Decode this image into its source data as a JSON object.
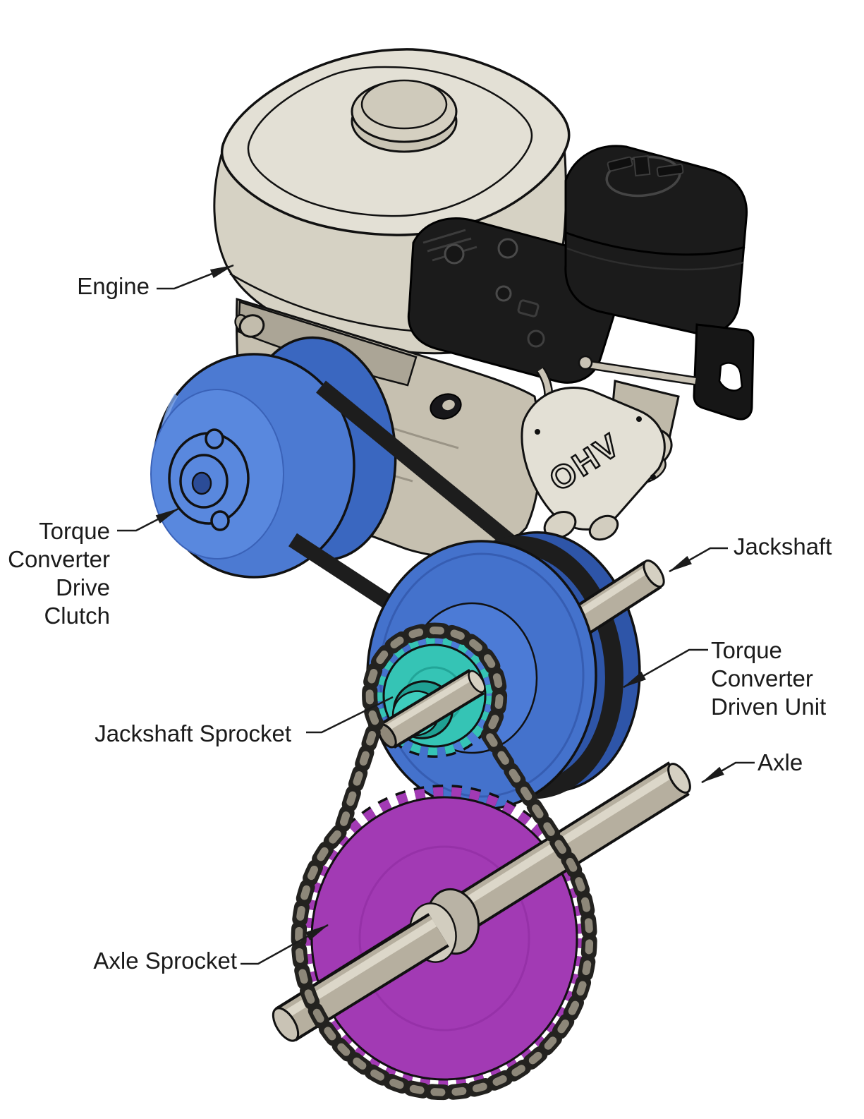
{
  "labels": {
    "engine": "Engine",
    "torque_converter_drive_clutch": [
      "Torque",
      "Converter",
      "Drive",
      "Clutch"
    ],
    "jackshaft": "Jackshaft",
    "torque_converter_driven_unit": [
      "Torque",
      "Converter",
      "Driven Unit"
    ],
    "jackshaft_sprocket": "Jackshaft Sprocket",
    "axle": "Axle",
    "axle_sprocket": "Axle Sprocket"
  },
  "engine_marking": "OHV",
  "colors": {
    "engine_cream": "#E3E0D5",
    "engine_cream_dark": "#D6D2C4",
    "engine_black": "#1B1B1B",
    "clutch_blue": "#4C7AD2",
    "clutch_blue_light": "#5988DE",
    "pulley_blue": "#4472CC",
    "pulley_blue_dark": "#2E55A8",
    "sprocket_teal": "#35C4B5",
    "sprocket_purple": "#A23AB4",
    "belt_black": "#1D1D1D",
    "chain_dark": "#23221F",
    "chain_light": "#8D8779",
    "metal_grey": "#B6AF9F"
  }
}
